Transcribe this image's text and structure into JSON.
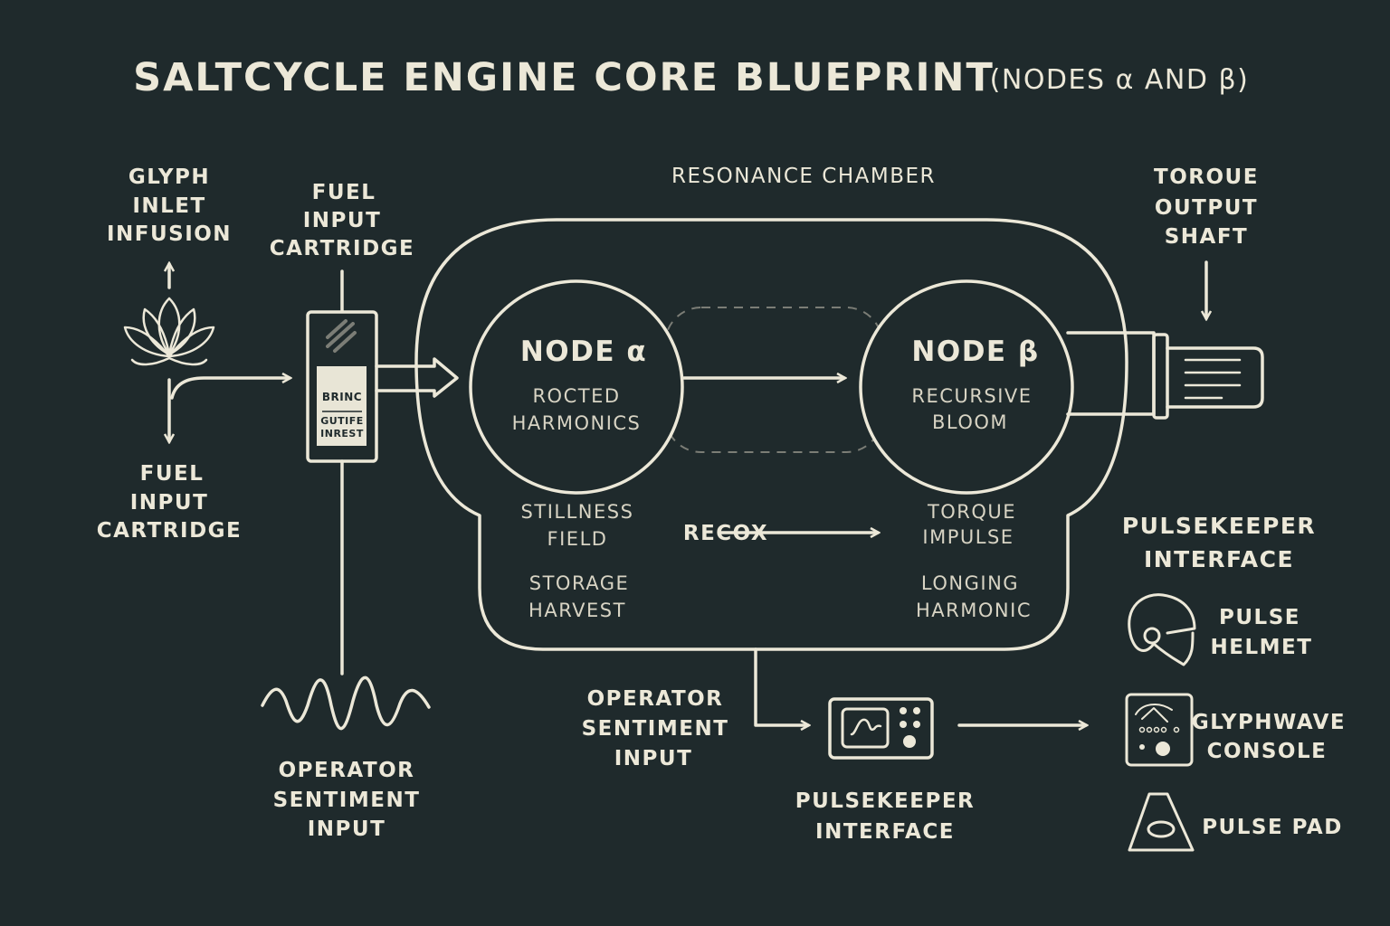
{
  "title": {
    "main": "SALTCYCLE ENGINE CORE BLUEPRINT",
    "suffix": "(NODES α AND β)"
  },
  "colors": {
    "background": "#1f2a2c",
    "line": "#ece8d8"
  },
  "left": {
    "glyph_inlet": [
      "GLYPH",
      "INLET",
      "INFUSION"
    ],
    "fuel_input_top": [
      "FUEL",
      "INPUT",
      "CARTRIDGE"
    ],
    "fuel_input_bottom": [
      "FUEL",
      "INPUT",
      "CARTRIDGE"
    ],
    "cartridge_label": {
      "top": "BRINC",
      "bottom": [
        "GUTIFE",
        "INREST"
      ]
    },
    "operator_input": [
      "OPERATOR",
      "SENTIMENT",
      "INPUT"
    ]
  },
  "chamber": {
    "title": "RESONANCE CHAMBER",
    "node_alpha": {
      "name": "NODE α",
      "desc": [
        "ROCTED",
        "HARMONICS"
      ]
    },
    "node_beta": {
      "name": "NODE β",
      "desc": [
        "RECURSIVE",
        "BLOOM"
      ]
    },
    "stillness": [
      "STILLNESS",
      "FIELD"
    ],
    "storage": [
      "STORAGE",
      "HARVEST"
    ],
    "recox": "RECOX",
    "torque_impulse": [
      "TORQUE",
      "IMPULSE"
    ],
    "longing": [
      "LONGING",
      "HARMONIC"
    ]
  },
  "torque_output": [
    "TOROUE",
    "OUTPUT",
    "SHAFT"
  ],
  "bottom": {
    "operator_input": [
      "OPERATOR",
      "SENTIMENT",
      "INPUT"
    ],
    "pulsekeeper": [
      "PULSEKEEPER",
      "INTERFACE"
    ]
  },
  "pulsekeeper_panel": {
    "title": [
      "PULSEKEEPER",
      "INTERFACE"
    ],
    "items": [
      {
        "icon": "helmet-icon",
        "label": [
          "PULSE",
          "HELMET"
        ]
      },
      {
        "icon": "console-icon",
        "label": [
          "GLYPHWAVE",
          "CONSOLE"
        ]
      },
      {
        "icon": "pad-icon",
        "label": [
          "PULSE PAD"
        ]
      }
    ]
  }
}
